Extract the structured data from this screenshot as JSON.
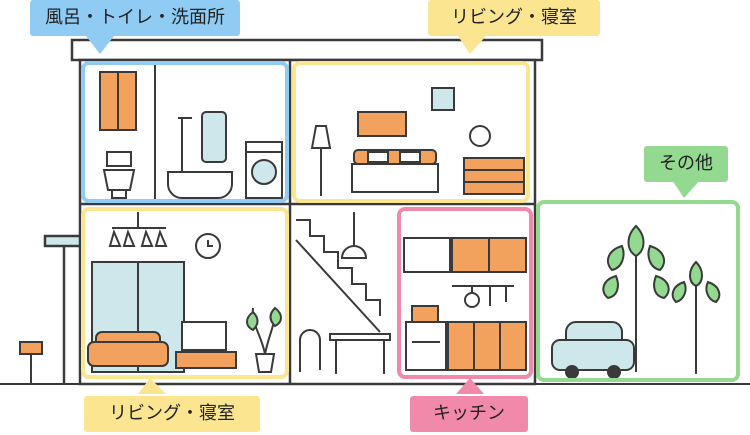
{
  "labels": {
    "bath": "風呂・トイレ・洗面所",
    "living_upper": "リビング・寝室",
    "living_lower": "リビング・寝室",
    "kitchen": "キッチン",
    "other": "その他"
  },
  "colors": {
    "blue": "#8fcbf3",
    "yellow": "#fbe590",
    "pink": "#f18aaa",
    "green": "#93d98f",
    "orange": "#f2a25c",
    "teal": "#cde7ea",
    "outline": "#3a3a3a"
  }
}
